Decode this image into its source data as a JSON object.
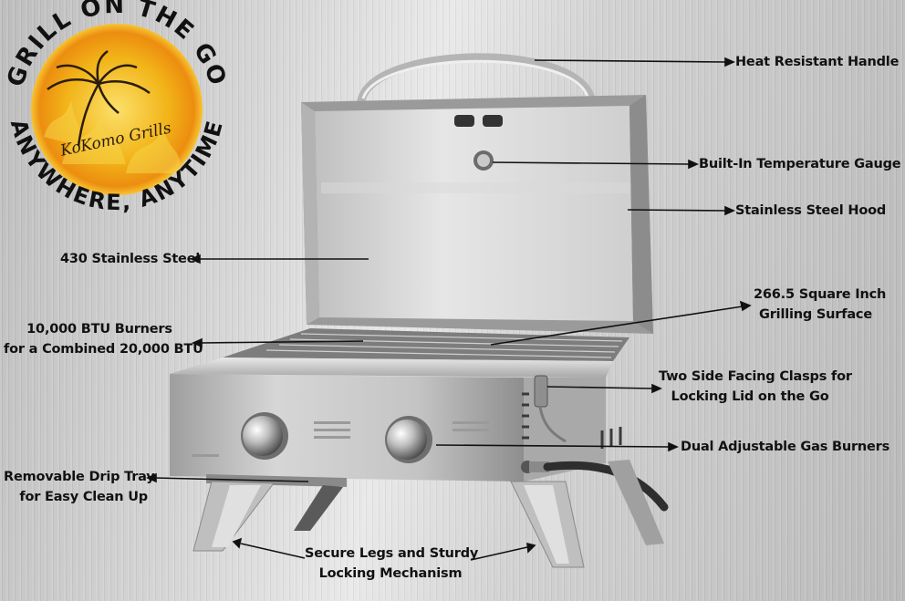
{
  "logo": {
    "arc_top": "GRILL ON THE GO",
    "arc_bottom": "ANYWHERE, ANYTIME",
    "brand": "KoKomo Grills"
  },
  "callouts": {
    "heat_handle": "Heat Resistant Handle",
    "temp_gauge": "Built-In Temperature Gauge",
    "steel_hood": "Stainless Steel Hood",
    "steel_430": "430 Stainless Steel",
    "grilling_surface": [
      "266.5 Square Inch",
      "Grilling Surface"
    ],
    "btu_burners": [
      "10,000 BTU Burners",
      "for a Combined 20,000 BTU"
    ],
    "side_clasps": [
      "Two Side Facing Clasps for",
      "Locking Lid on the Go"
    ],
    "gas_burners": "Dual Adjustable Gas Burners",
    "drip_tray": [
      "Removable Drip Tray",
      "for Easy Clean Up"
    ],
    "legs": [
      "Secure Legs and Sturdy",
      "Locking Mechanism"
    ]
  },
  "colors": {
    "sun_core": "#f2b418",
    "sun_edge": "#f7d44a",
    "arrow": "#111111"
  }
}
